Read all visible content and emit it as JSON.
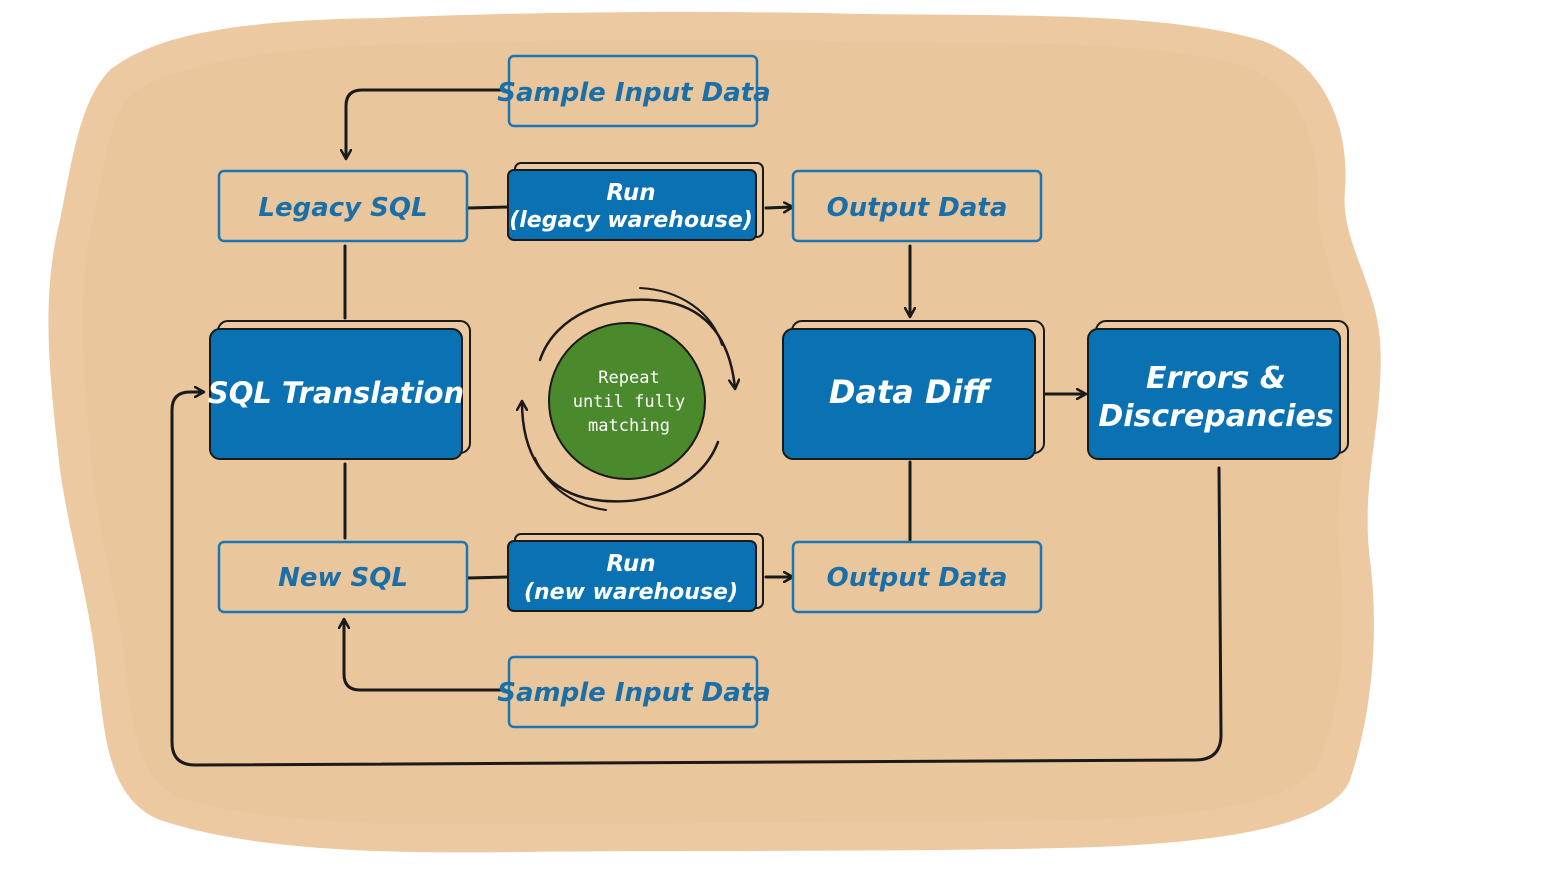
{
  "colors": {
    "background_blob": "#ecc9a0",
    "box_blue": "#0a72b2",
    "outline_blue": "#1d76b4",
    "text_blue": "#1b6fa8",
    "arrow": "#1a1a1a",
    "circle_green": "#4a8a2d"
  },
  "nodes": {
    "sample_input_top": "Sample Input Data",
    "legacy_sql": "Legacy SQL",
    "run_legacy_line1": "Run",
    "run_legacy_line2": "(legacy warehouse)",
    "output_data_top": "Output Data",
    "sql_translation": "SQL Translation",
    "repeat_line1": "Repeat",
    "repeat_line2": "until fully",
    "repeat_line3": "matching",
    "data_diff": "Data Diff",
    "errors_line1": "Errors &",
    "errors_line2": "Discrepancies",
    "new_sql": "New SQL",
    "run_new_line1": "Run",
    "run_new_line2": "(new warehouse)",
    "output_data_bottom": "Output Data",
    "sample_input_bottom": "Sample Input Data"
  }
}
